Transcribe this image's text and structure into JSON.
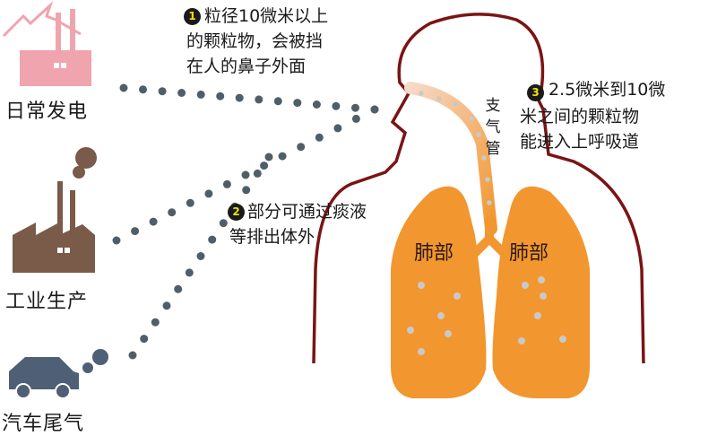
{
  "sources": [
    {
      "label": "日常发电",
      "icon": "power-plant-icon"
    },
    {
      "label": "工业生产",
      "icon": "factory-icon"
    },
    {
      "label": "汽车尾气",
      "icon": "car-icon"
    }
  ],
  "notes": [
    {
      "number": "1",
      "lines": [
        "粒径10微米以上",
        "的颗粒物，会被挡",
        "在人的鼻子外面"
      ]
    },
    {
      "number": "2",
      "lines": [
        "部分可通过痰液",
        "等排出体外"
      ]
    },
    {
      "number": "3",
      "lines": [
        "2.5微米到10微",
        "米之间的颗粒物",
        "能进入上呼吸道"
      ]
    }
  ],
  "organs": {
    "bronchus": [
      "支",
      "气",
      "管"
    ],
    "lung_left": "肺部",
    "lung_right": "肺部"
  },
  "colors": {
    "power_plant": "#f0a4ae",
    "factory": "#7a5a48",
    "car": "#4e5f76",
    "dots": "#4f5f6a",
    "lungs": "#f2962f",
    "body_outline": "#7a1414",
    "particles": "#c9c9c9",
    "badge": "#1a1a1a",
    "badge_text": "#f5e200"
  }
}
